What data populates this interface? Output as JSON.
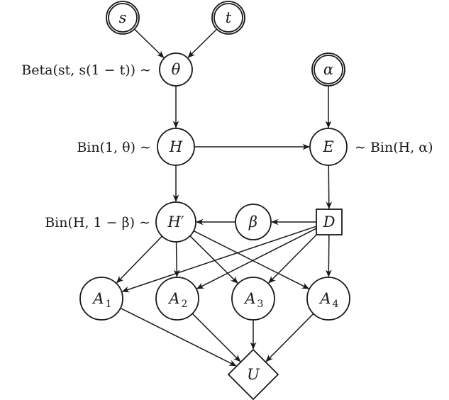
{
  "title": "Bayesian decision network",
  "nodes": [
    {
      "id": "s",
      "label": "s",
      "sub": "",
      "kind": "hyperparameter",
      "shape": "double-circle"
    },
    {
      "id": "t",
      "label": "t",
      "sub": "",
      "kind": "hyperparameter",
      "shape": "double-circle"
    },
    {
      "id": "theta",
      "label": "θ",
      "sub": "",
      "kind": "chance",
      "shape": "circle"
    },
    {
      "id": "alpha",
      "label": "α",
      "sub": "",
      "kind": "hyperparameter",
      "shape": "double-circle"
    },
    {
      "id": "H",
      "label": "H",
      "sub": "",
      "kind": "chance",
      "shape": "circle"
    },
    {
      "id": "E",
      "label": "E",
      "sub": "",
      "kind": "chance",
      "shape": "circle"
    },
    {
      "id": "Hprime",
      "label": "H′",
      "sub": "",
      "kind": "chance",
      "shape": "circle"
    },
    {
      "id": "beta",
      "label": "β",
      "sub": "",
      "kind": "chance",
      "shape": "circle"
    },
    {
      "id": "D",
      "label": "D",
      "sub": "",
      "kind": "decision",
      "shape": "square"
    },
    {
      "id": "A1",
      "label": "A",
      "sub": "1",
      "kind": "chance",
      "shape": "circle"
    },
    {
      "id": "A2",
      "label": "A",
      "sub": "2",
      "kind": "chance",
      "shape": "circle"
    },
    {
      "id": "A3",
      "label": "A",
      "sub": "3",
      "kind": "chance",
      "shape": "circle"
    },
    {
      "id": "A4",
      "label": "A",
      "sub": "4",
      "kind": "chance",
      "shape": "circle"
    },
    {
      "id": "U",
      "label": "U",
      "sub": "",
      "kind": "utility",
      "shape": "diamond"
    }
  ],
  "edges": [
    {
      "from": "s",
      "to": "theta"
    },
    {
      "from": "t",
      "to": "theta"
    },
    {
      "from": "theta",
      "to": "H"
    },
    {
      "from": "alpha",
      "to": "E"
    },
    {
      "from": "H",
      "to": "E"
    },
    {
      "from": "H",
      "to": "Hprime"
    },
    {
      "from": "E",
      "to": "D"
    },
    {
      "from": "D",
      "to": "beta"
    },
    {
      "from": "beta",
      "to": "Hprime"
    },
    {
      "from": "Hprime",
      "to": "A1"
    },
    {
      "from": "Hprime",
      "to": "A2"
    },
    {
      "from": "Hprime",
      "to": "A3"
    },
    {
      "from": "Hprime",
      "to": "A4"
    },
    {
      "from": "D",
      "to": "A1"
    },
    {
      "from": "D",
      "to": "A2"
    },
    {
      "from": "D",
      "to": "A3"
    },
    {
      "from": "D",
      "to": "A4"
    },
    {
      "from": "A1",
      "to": "U"
    },
    {
      "from": "A2",
      "to": "U"
    },
    {
      "from": "A3",
      "to": "U"
    },
    {
      "from": "A4",
      "to": "U"
    }
  ],
  "distributions": {
    "theta": "Beta(st, s(1 − t)) ∼",
    "H": "Bin(1, θ) ∼",
    "E": "∼ Bin(H, α)",
    "Hprime": "Bin(H, 1 − β) ∼"
  }
}
